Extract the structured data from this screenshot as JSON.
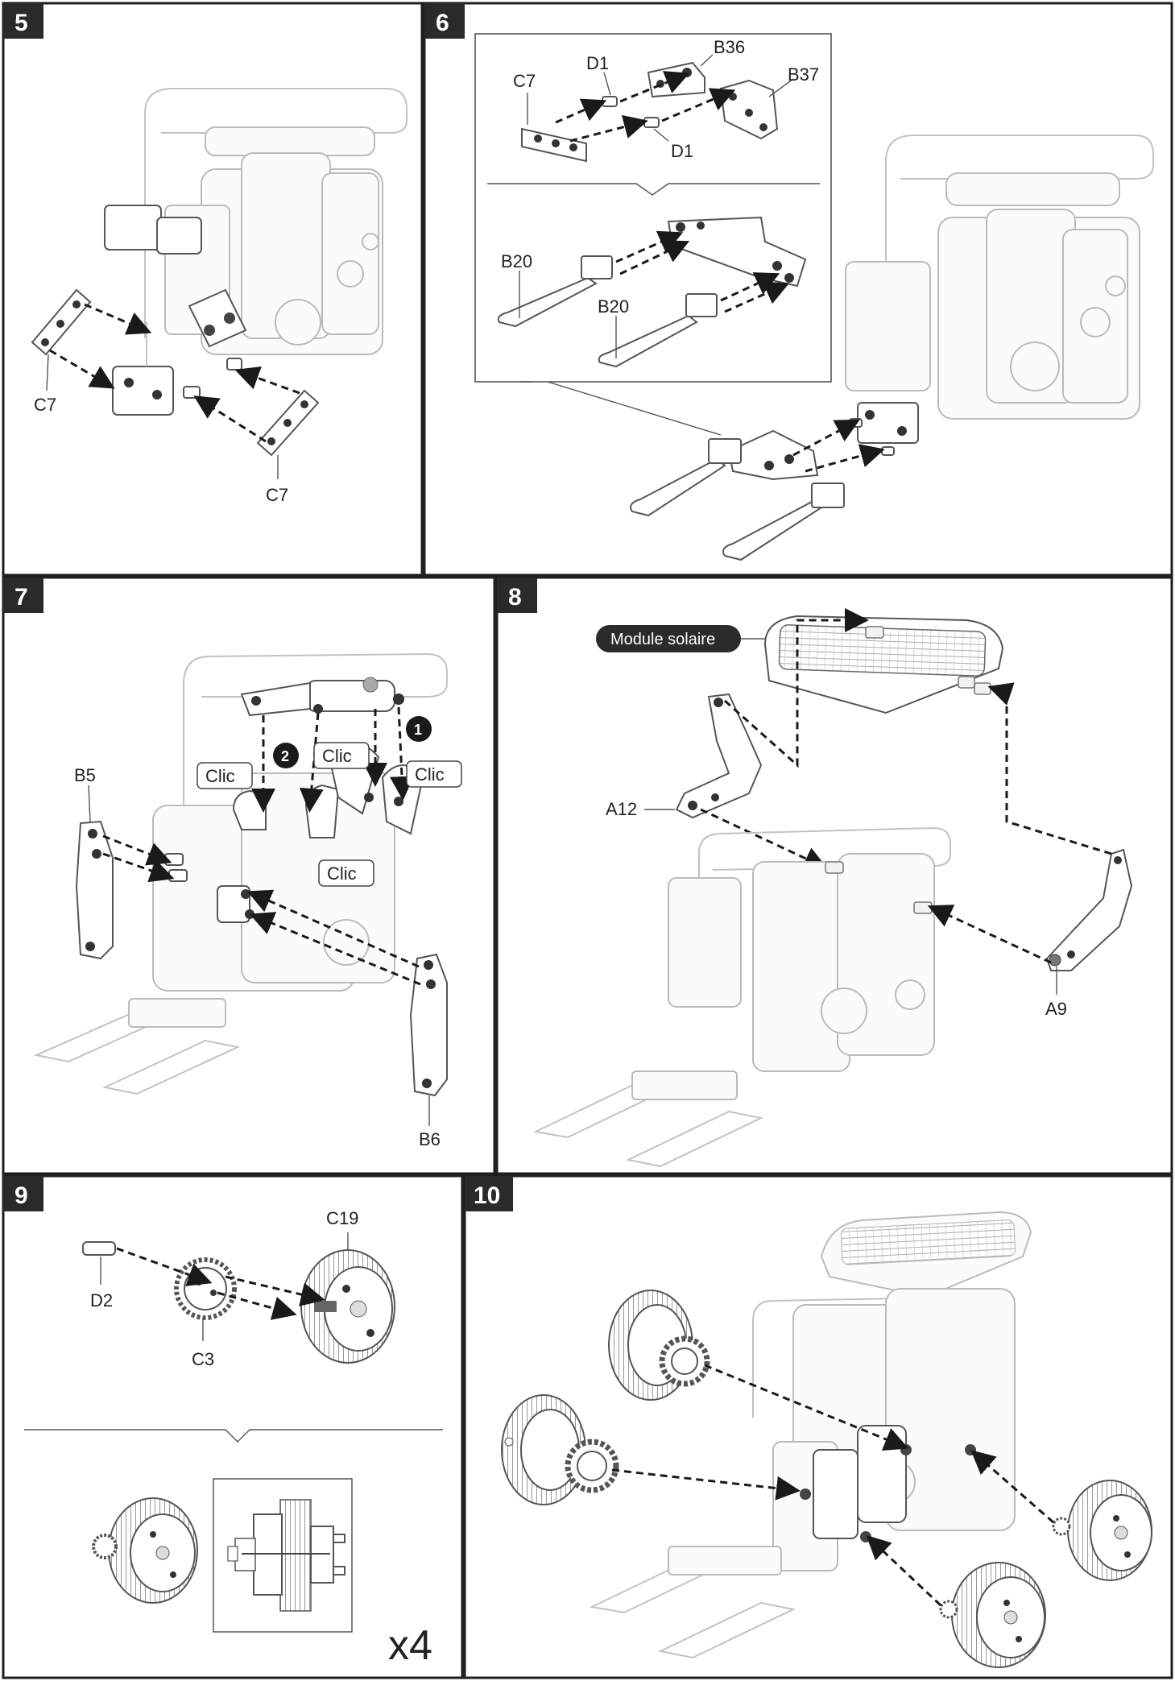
{
  "steps": [
    {
      "number": "5",
      "labels": [
        "C7",
        "C7"
      ]
    },
    {
      "number": "6",
      "labels": [
        "C7",
        "D1",
        "B36",
        "B37",
        "D1",
        "B20",
        "B20"
      ]
    },
    {
      "number": "7",
      "labels": [
        "B5",
        "B6"
      ],
      "callouts": [
        "Clic",
        "Clic",
        "Clic",
        "Clic"
      ],
      "order_markers": [
        "1",
        "2"
      ]
    },
    {
      "number": "8",
      "labels": [
        "A12",
        "A9"
      ],
      "pill": "Module solaire"
    },
    {
      "number": "9",
      "labels": [
        "D2",
        "C3",
        "C19"
      ],
      "multiplier": "x4"
    },
    {
      "number": "10",
      "labels": []
    }
  ],
  "colors": {
    "frame": "#1f1f1f",
    "step_badge": "#2a2a2a",
    "arrow": "#1a1a1a",
    "ghost": "#bbbbbb"
  }
}
